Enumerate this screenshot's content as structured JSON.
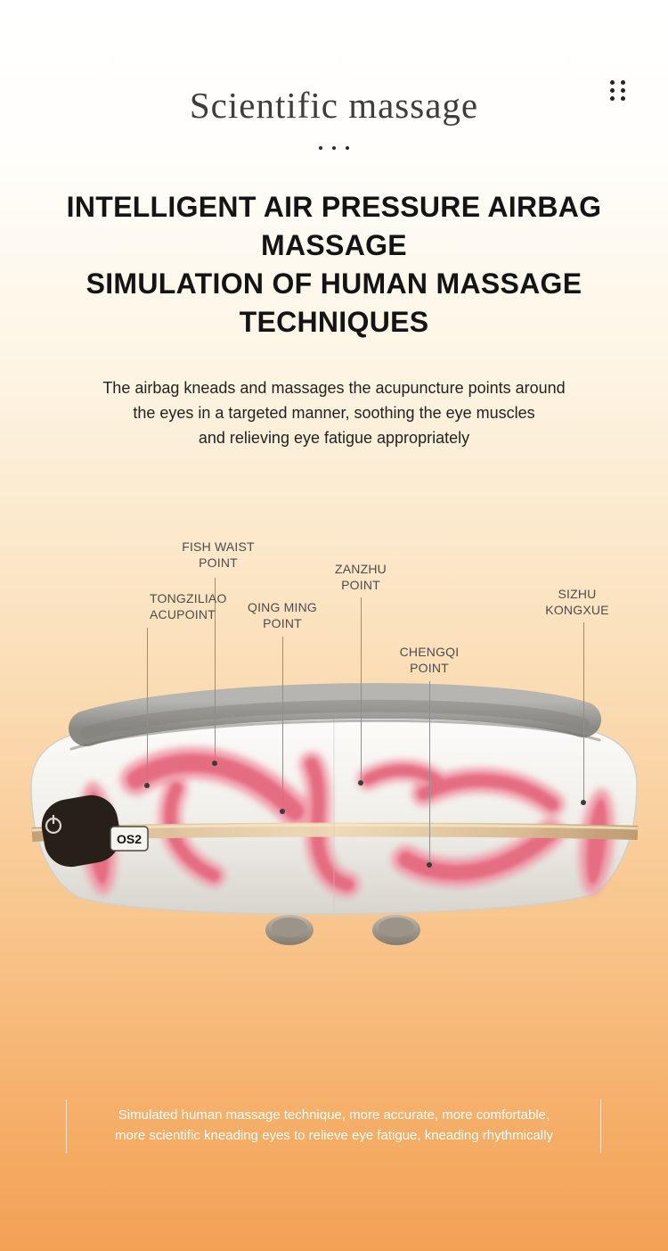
{
  "header": {
    "title": "Scientific massage",
    "divider_icon": "three-dots-divider-icon",
    "grid_icon": "six-dot-grid-icon"
  },
  "heading": {
    "text": "INTELLIGENT AIR PRESSURE AIRBAG\nMASSAGE\nSIMULATION OF HUMAN MASSAGE\nTECHNIQUES"
  },
  "description": {
    "text": "The airbag kneads and massages the acupuncture points around\nthe eyes in a targeted manner, soothing the eye muscles\nand relieving eye fatigue appropriately"
  },
  "callouts": [
    {
      "id": "fish-waist-point",
      "label": "FISH WAIST\nPOINT"
    },
    {
      "id": "tongziliao-acupoint",
      "label": "TONGZILIAO\nACUPOINT"
    },
    {
      "id": "qing-ming-point",
      "label": "QING MING\nPOINT"
    },
    {
      "id": "zanzhu-point",
      "label": "ZANZHU\nPOINT"
    },
    {
      "id": "chengqi-point",
      "label": "CHENGQI\nPOINT"
    },
    {
      "id": "sizhu-kongxue",
      "label": "SIZHU\nKONGXUE"
    }
  ],
  "device": {
    "model_label": "OS2",
    "power_icon": "power-icon"
  },
  "footer": {
    "text": "Simulated human massage technique, more accurate, more comfortable,\nmore scientific kneading eyes to relieve eye fatigue, kneading rhythmically"
  },
  "colors": {
    "background_bottom": "#f4a155",
    "airbag_pink": "#ec7d8e",
    "gold_stripe": "#d3b089",
    "cushion_gray": "#a3a19c",
    "heading_text": "#141414",
    "footer_text": "#ffffff"
  }
}
